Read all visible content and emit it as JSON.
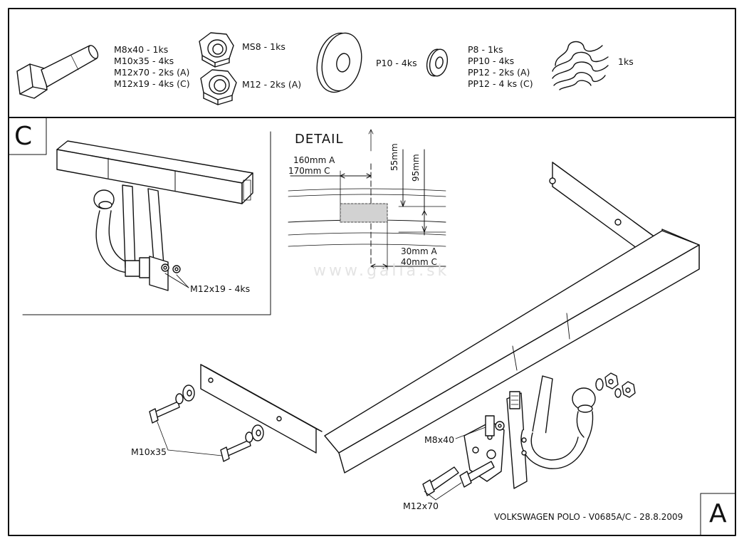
{
  "parts": {
    "bolt_labels": [
      "M8x40 - 1ks",
      "M10x35 - 4ks",
      "M12x70 - 2ks (A)",
      "M12x19 - 4ks (C)"
    ],
    "nut_ms8": "MS8 - 1ks",
    "nut_m12": "M12 - 2ks (A)",
    "washer_p10": "P10 - 4ks",
    "washer_labels": [
      "P8 - 1ks",
      "PP10 - 4ks",
      "PP12 - 2ks (A)",
      "PP12 - 4 ks (C)"
    ],
    "spring": "1ks"
  },
  "variant_c": {
    "corner_letter": "C",
    "callout": "M12x19 - 4ks"
  },
  "detail": {
    "title": "DETAIL",
    "dim_160": "160mm A",
    "dim_170": "170mm C",
    "dim_55": "55mm",
    "dim_95": "95mm",
    "dim_30": "30mm A",
    "dim_40": "40mm C"
  },
  "watermark": "www.galia.sk",
  "main": {
    "corner_letter": "A",
    "callout_m10x35": "M10x35",
    "callout_m8x40": "M8x40",
    "callout_m12x70": "M12x70",
    "footer": "VOLKSWAGEN POLO - V0685A/C - 28.8.2009"
  }
}
